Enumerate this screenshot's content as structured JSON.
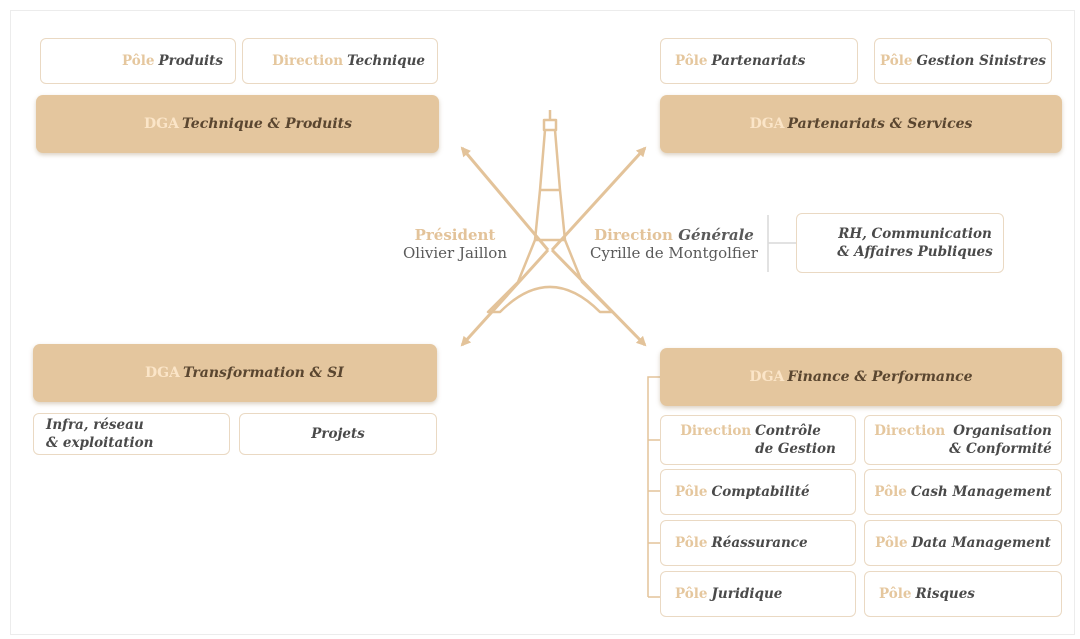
{
  "colors": {
    "accent": "#e4c69e",
    "text": "#4a4a4a"
  },
  "top_left": {
    "pole_produits": {
      "pre": "Pôle",
      "label": "Produits"
    },
    "direction_technique": {
      "pre": "Direction",
      "label": "Technique"
    },
    "dga": {
      "pre": "DGA",
      "label": "Technique & Produits"
    }
  },
  "top_right": {
    "pole_partenariats": {
      "pre": "Pôle",
      "label": "Partenariats"
    },
    "pole_gestion_sinistres": {
      "pre": "Pôle",
      "label": "Gestion Sinistres"
    },
    "dga": {
      "pre": "DGA",
      "label": "Partenariats & Services"
    }
  },
  "center": {
    "president": {
      "role": "Président",
      "name": "Olivier Jaillon"
    },
    "direction_generale": {
      "role": "Direction",
      "role_italic": "Générale",
      "name": "Cyrille de Montgolfier"
    },
    "rh": {
      "label": "RH, Communication\n& Affaires Publiques"
    }
  },
  "bottom_left": {
    "dga": {
      "pre": "DGA",
      "label": "Transformation & SI"
    },
    "infra": {
      "label": "Infra, réseau\n& exploitation"
    },
    "projets": {
      "label": "Projets"
    }
  },
  "bottom_right": {
    "dga": {
      "pre": "DGA",
      "label": "Finance & Performance"
    },
    "controle": {
      "pre": "Direction",
      "label": "Contrôle\nde Gestion"
    },
    "organisation": {
      "pre": "Direction",
      "label": "Organisation\n& Conformité"
    },
    "comptabilite": {
      "pre": "Pôle",
      "label": "Comptabilité"
    },
    "cash": {
      "pre": "Pôle",
      "label": "Cash Management"
    },
    "reassurance": {
      "pre": "Pôle",
      "label": "Réassurance"
    },
    "data": {
      "pre": "Pôle",
      "label": "Data Management"
    },
    "juridique": {
      "pre": "Pôle",
      "label": "Juridique"
    },
    "risques": {
      "pre": "Pôle",
      "label": "Risques"
    }
  }
}
